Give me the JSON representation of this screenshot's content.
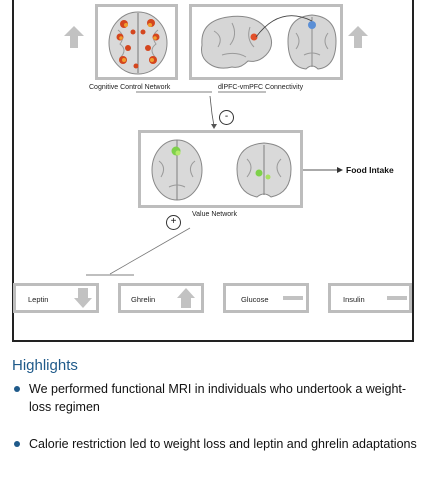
{
  "graphical_abstract": {
    "top_left_label": "Cognitive Control Network",
    "top_right_label": "dlPFC-vmPFC Connectivity",
    "minus_sign": "-",
    "plus_sign": "+",
    "value_network_label": "Value Network",
    "food_intake_label": "Food Intake",
    "hormones": [
      {
        "name": "Leptin",
        "change": "down"
      },
      {
        "name": "Ghrelin",
        "change": "up"
      },
      {
        "name": "Glucose",
        "change": "no change"
      },
      {
        "name": "Insulin",
        "change": "no change"
      }
    ]
  },
  "highlights": {
    "title": "Highlights",
    "items": [
      "We performed functional MRI in individuals who undertook a weight-loss regimen",
      "Calorie restriction led to weight loss and leptin and ghrelin adaptations"
    ]
  },
  "colors": {
    "box_border": "#bdbdbd",
    "arrow_gray": "#c2c2c2",
    "heading_blue": "#1f5a8a"
  }
}
